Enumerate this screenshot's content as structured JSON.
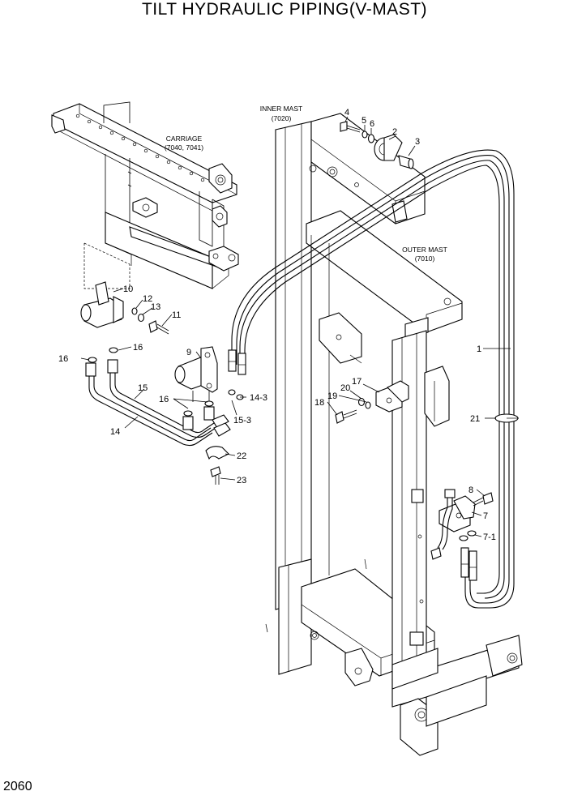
{
  "title": "TILT HYDRAULIC PIPING(V-MAST)",
  "page_number": "2060",
  "assemblies": {
    "carriage": {
      "name": "CARRIAGE",
      "ref": "(7040, 7041)"
    },
    "inner_mast": {
      "name": "INNER MAST",
      "ref": "(7020)"
    },
    "outer_mast": {
      "name": "OUTER MAST",
      "ref": "(7010)"
    }
  },
  "callouts": {
    "c1": "1",
    "c2": "2",
    "c3": "3",
    "c4": "4",
    "c5": "5",
    "c6": "6",
    "c7": "7",
    "c7_1": "7-1",
    "c8": "8",
    "c9": "9",
    "c10": "10",
    "c11": "11",
    "c12": "12",
    "c13": "13",
    "c14": "14",
    "c14_3": "14-3",
    "c15": "15",
    "c15_3": "15-3",
    "c16a": "16",
    "c16b": "16",
    "c16c": "16",
    "c17": "17",
    "c18": "18",
    "c19": "19",
    "c20": "20",
    "c21": "21",
    "c22": "22",
    "c23": "23"
  }
}
